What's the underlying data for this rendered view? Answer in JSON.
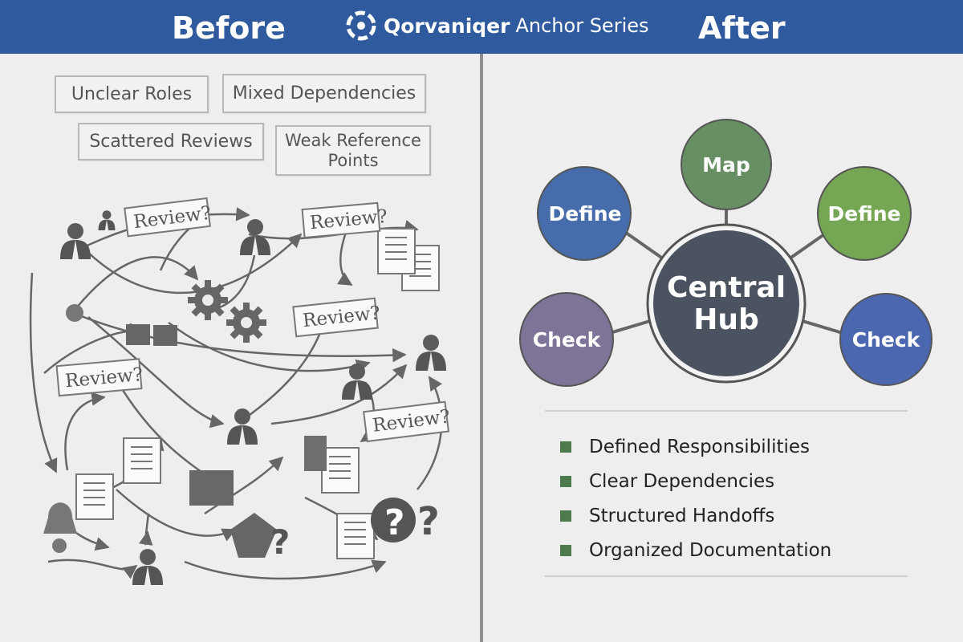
{
  "header": {
    "before": "Before",
    "after": "After",
    "brand_name": "Qorvaniqer",
    "brand_series": "Anchor Series",
    "colors": {
      "banner": "#2f5b9e",
      "divider": "#8f8f8f"
    }
  },
  "before": {
    "issue_boxes": [
      "Unclear Roles",
      "Mixed Dependencies",
      "Scattered Reviews",
      "Weak Reference Points"
    ],
    "review_labels": [
      "Review?",
      "Review?",
      "Review?",
      "Review?",
      "Review?"
    ],
    "question_marks": [
      "?",
      "?",
      "?"
    ],
    "people_icon": "person-icon",
    "doc_icon": "document-icon",
    "gear_icon": "gear-icon"
  },
  "after": {
    "hub": "Central Hub",
    "nodes": [
      {
        "label": "Map",
        "color": "#678f63"
      },
      {
        "label": "Define",
        "color": "#466cab"
      },
      {
        "label": "Define",
        "color": "#75a653"
      },
      {
        "label": "Check",
        "color": "#7d7497"
      },
      {
        "label": "Check",
        "color": "#4b67b0"
      }
    ],
    "hub_color": "#4b5360",
    "checklist": [
      "Defined Responsibilities",
      "Clear Dependencies",
      "Structured Handoffs",
      "Organized Documentation"
    ],
    "check_color": "#4d7b4e"
  }
}
